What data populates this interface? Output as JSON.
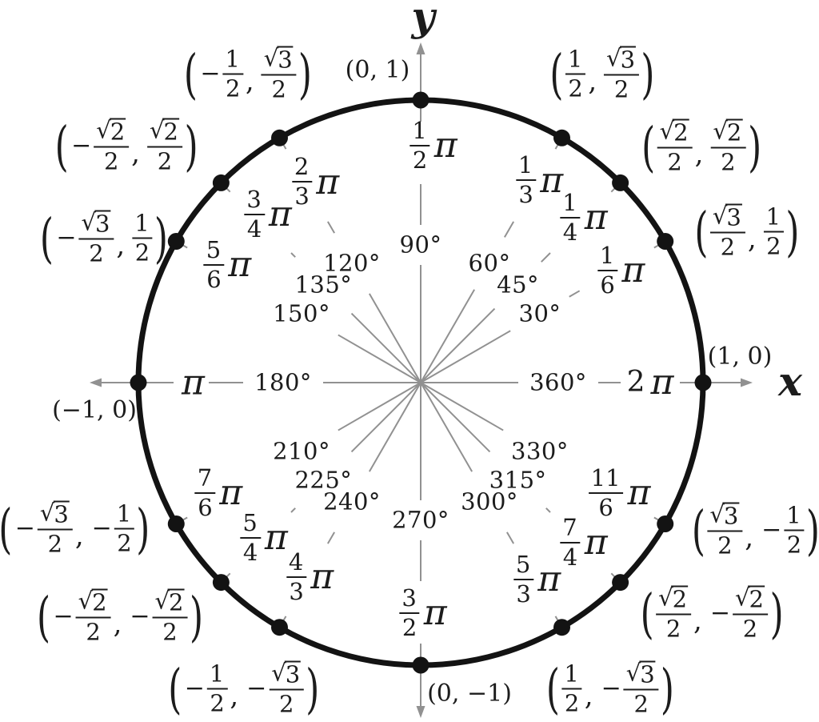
{
  "figure": {
    "type": "unit-circle-diagram",
    "axis_labels": {
      "x": "x",
      "y": "y"
    },
    "colors": {
      "circle": "#131313",
      "rays": "#919191",
      "dots": "#131313",
      "text": "#1c1c1c"
    }
  },
  "spokes": [
    {
      "deg": 0,
      "degree_label": "360°",
      "radian_label": "2π",
      "coordinate": {
        "type": "plain",
        "text": "(1, 0)"
      }
    },
    {
      "deg": 30,
      "degree_label": "30°",
      "radian_label": {
        "num": "1",
        "den": "6",
        "unit": "π"
      },
      "coordinate": {
        "type": "fractions",
        "x": {
          "sign": "",
          "num": "√3",
          "den": "2"
        },
        "y": {
          "sign": "",
          "num": "1",
          "den": "2"
        }
      }
    },
    {
      "deg": 45,
      "degree_label": "45°",
      "radian_label": {
        "num": "1",
        "den": "4",
        "unit": "π"
      },
      "coordinate": {
        "type": "fractions",
        "x": {
          "sign": "",
          "num": "√2",
          "den": "2"
        },
        "y": {
          "sign": "",
          "num": "√2",
          "den": "2"
        }
      }
    },
    {
      "deg": 60,
      "degree_label": "60°",
      "radian_label": {
        "num": "1",
        "den": "3",
        "unit": "π"
      },
      "coordinate": {
        "type": "fractions",
        "x": {
          "sign": "",
          "num": "1",
          "den": "2"
        },
        "y": {
          "sign": "",
          "num": "√3",
          "den": "2"
        }
      }
    },
    {
      "deg": 90,
      "degree_label": "90°",
      "radian_label": {
        "num": "1",
        "den": "2",
        "unit": "π"
      },
      "coordinate": {
        "type": "plain",
        "text": "(0, 1)"
      }
    },
    {
      "deg": 120,
      "degree_label": "120°",
      "radian_label": {
        "num": "2",
        "den": "3",
        "unit": "π"
      },
      "coordinate": {
        "type": "fractions",
        "x": {
          "sign": "−",
          "num": "1",
          "den": "2"
        },
        "y": {
          "sign": "",
          "num": "√3",
          "den": "2"
        }
      }
    },
    {
      "deg": 135,
      "degree_label": "135°",
      "radian_label": {
        "num": "3",
        "den": "4",
        "unit": "π"
      },
      "coordinate": {
        "type": "fractions",
        "x": {
          "sign": "−",
          "num": "√2",
          "den": "2"
        },
        "y": {
          "sign": "",
          "num": "√2",
          "den": "2"
        }
      }
    },
    {
      "deg": 150,
      "degree_label": "150°",
      "radian_label": {
        "num": "5",
        "den": "6",
        "unit": "π"
      },
      "coordinate": {
        "type": "fractions",
        "x": {
          "sign": "−",
          "num": "√3",
          "den": "2"
        },
        "y": {
          "sign": "",
          "num": "1",
          "den": "2"
        }
      }
    },
    {
      "deg": 180,
      "degree_label": "180°",
      "radian_label": "π",
      "coordinate": {
        "type": "plain",
        "text": "(−1, 0)"
      }
    },
    {
      "deg": 210,
      "degree_label": "210°",
      "radian_label": {
        "num": "7",
        "den": "6",
        "unit": "π"
      },
      "coordinate": {
        "type": "fractions",
        "x": {
          "sign": "−",
          "num": "√3",
          "den": "2"
        },
        "y": {
          "sign": "−",
          "num": "1",
          "den": "2"
        }
      }
    },
    {
      "deg": 225,
      "degree_label": "225°",
      "radian_label": {
        "num": "5",
        "den": "4",
        "unit": "π"
      },
      "coordinate": {
        "type": "fractions",
        "x": {
          "sign": "−",
          "num": "√2",
          "den": "2"
        },
        "y": {
          "sign": "−",
          "num": "√2",
          "den": "2"
        }
      }
    },
    {
      "deg": 240,
      "degree_label": "240°",
      "radian_label": {
        "num": "4",
        "den": "3",
        "unit": "π"
      },
      "coordinate": {
        "type": "fractions",
        "x": {
          "sign": "−",
          "num": "1",
          "den": "2"
        },
        "y": {
          "sign": "−",
          "num": "√3",
          "den": "2"
        }
      }
    },
    {
      "deg": 270,
      "degree_label": "270°",
      "radian_label": {
        "num": "3",
        "den": "2",
        "unit": "π"
      },
      "coordinate": {
        "type": "plain",
        "text": "(0, −1)"
      }
    },
    {
      "deg": 300,
      "degree_label": "300°",
      "radian_label": {
        "num": "5",
        "den": "3",
        "unit": "π"
      },
      "coordinate": {
        "type": "fractions",
        "x": {
          "sign": "",
          "num": "1",
          "den": "2"
        },
        "y": {
          "sign": "−",
          "num": "√3",
          "den": "2"
        }
      }
    },
    {
      "deg": 315,
      "degree_label": "315°",
      "radian_label": {
        "num": "7",
        "den": "4",
        "unit": "π"
      },
      "coordinate": {
        "type": "fractions",
        "x": {
          "sign": "",
          "num": "√2",
          "den": "2"
        },
        "y": {
          "sign": "−",
          "num": "√2",
          "den": "2"
        }
      }
    },
    {
      "deg": 330,
      "degree_label": "330°",
      "radian_label": {
        "num": "11",
        "den": "6",
        "unit": "π"
      },
      "coordinate": {
        "type": "fractions",
        "x": {
          "sign": "",
          "num": "√3",
          "den": "2"
        },
        "y": {
          "sign": "−",
          "num": "1",
          "den": "2"
        }
      }
    }
  ]
}
